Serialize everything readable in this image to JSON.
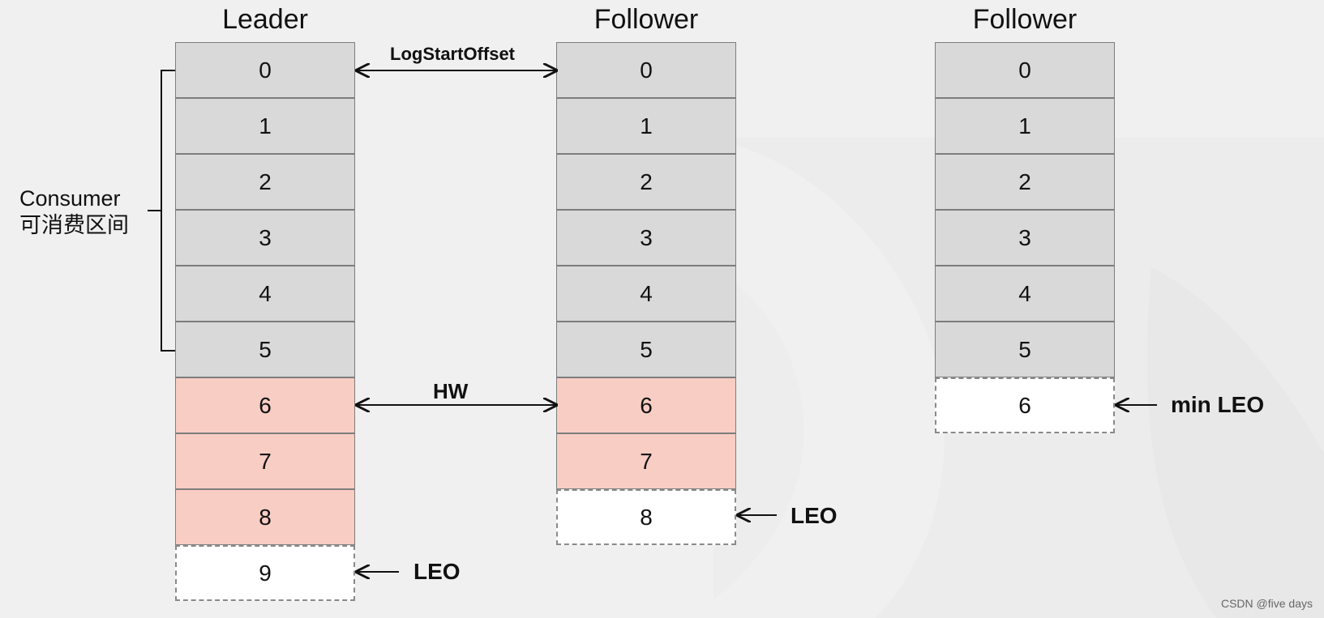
{
  "columns": [
    {
      "title": "Leader",
      "cells": [
        {
          "value": "0",
          "state": "gray"
        },
        {
          "value": "1",
          "state": "gray"
        },
        {
          "value": "2",
          "state": "gray"
        },
        {
          "value": "3",
          "state": "gray"
        },
        {
          "value": "4",
          "state": "gray"
        },
        {
          "value": "5",
          "state": "gray"
        },
        {
          "value": "6",
          "state": "pink"
        },
        {
          "value": "7",
          "state": "pink"
        },
        {
          "value": "8",
          "state": "pink"
        },
        {
          "value": "9",
          "state": "empty"
        }
      ]
    },
    {
      "title": "Follower",
      "cells": [
        {
          "value": "0",
          "state": "gray"
        },
        {
          "value": "1",
          "state": "gray"
        },
        {
          "value": "2",
          "state": "gray"
        },
        {
          "value": "3",
          "state": "gray"
        },
        {
          "value": "4",
          "state": "gray"
        },
        {
          "value": "5",
          "state": "gray"
        },
        {
          "value": "6",
          "state": "pink"
        },
        {
          "value": "7",
          "state": "pink"
        },
        {
          "value": "8",
          "state": "empty"
        }
      ]
    },
    {
      "title": "Follower",
      "cells": [
        {
          "value": "0",
          "state": "gray"
        },
        {
          "value": "1",
          "state": "gray"
        },
        {
          "value": "2",
          "state": "gray"
        },
        {
          "value": "3",
          "state": "gray"
        },
        {
          "value": "4",
          "state": "gray"
        },
        {
          "value": "5",
          "state": "gray"
        },
        {
          "value": "6",
          "state": "empty"
        }
      ]
    }
  ],
  "labels": {
    "log_start_offset": "LogStartOffset",
    "hw": "HW",
    "leader_leo": "LEO",
    "follower_leo": "LEO",
    "min_leo": "min LEO",
    "consumer_line1": "Consumer",
    "consumer_line2": "可消费区间"
  },
  "watermark": "CSDN @five days",
  "colors": {
    "consumed": "#d9d9d9",
    "uncommitted": "#f8cdc4",
    "next_write": "#ffffff"
  }
}
